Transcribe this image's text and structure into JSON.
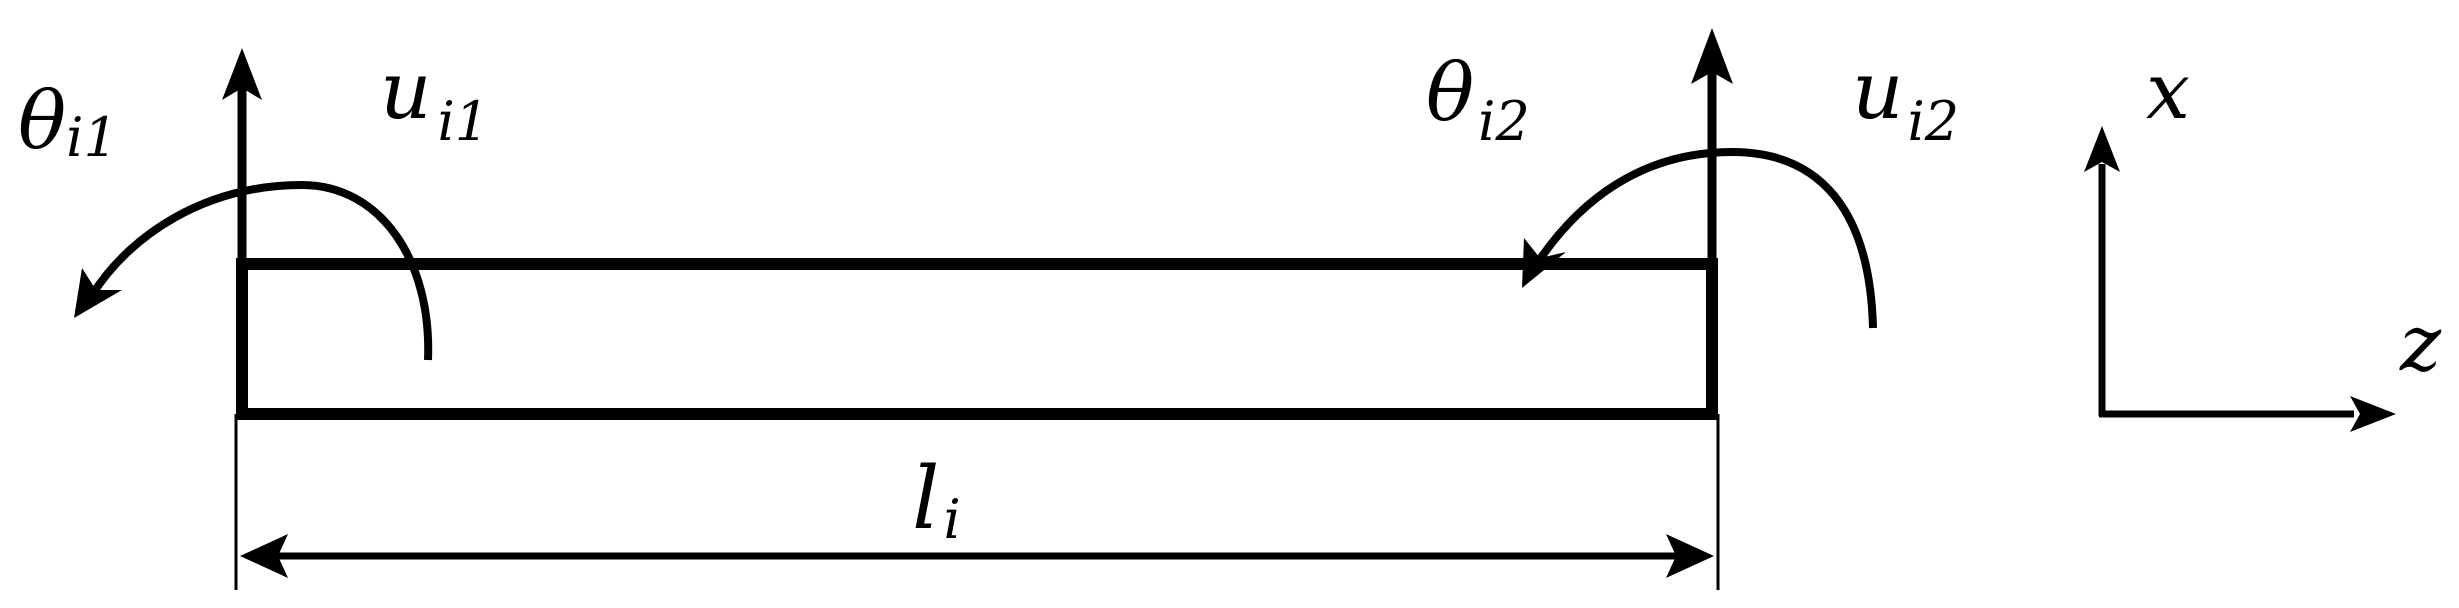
{
  "labels": {
    "theta_i1": {
      "base": "θ",
      "sub": "i1"
    },
    "u_i1": {
      "base": "u",
      "sub": "i1"
    },
    "theta_i2": {
      "base": "θ",
      "sub": "i2"
    },
    "u_i2": {
      "base": "u",
      "sub": "i2"
    },
    "length": {
      "base": "l",
      "sub": "i"
    },
    "axis_x": "x",
    "axis_z": "z"
  },
  "colors": {
    "stroke": "#000000",
    "background": "#ffffff"
  }
}
